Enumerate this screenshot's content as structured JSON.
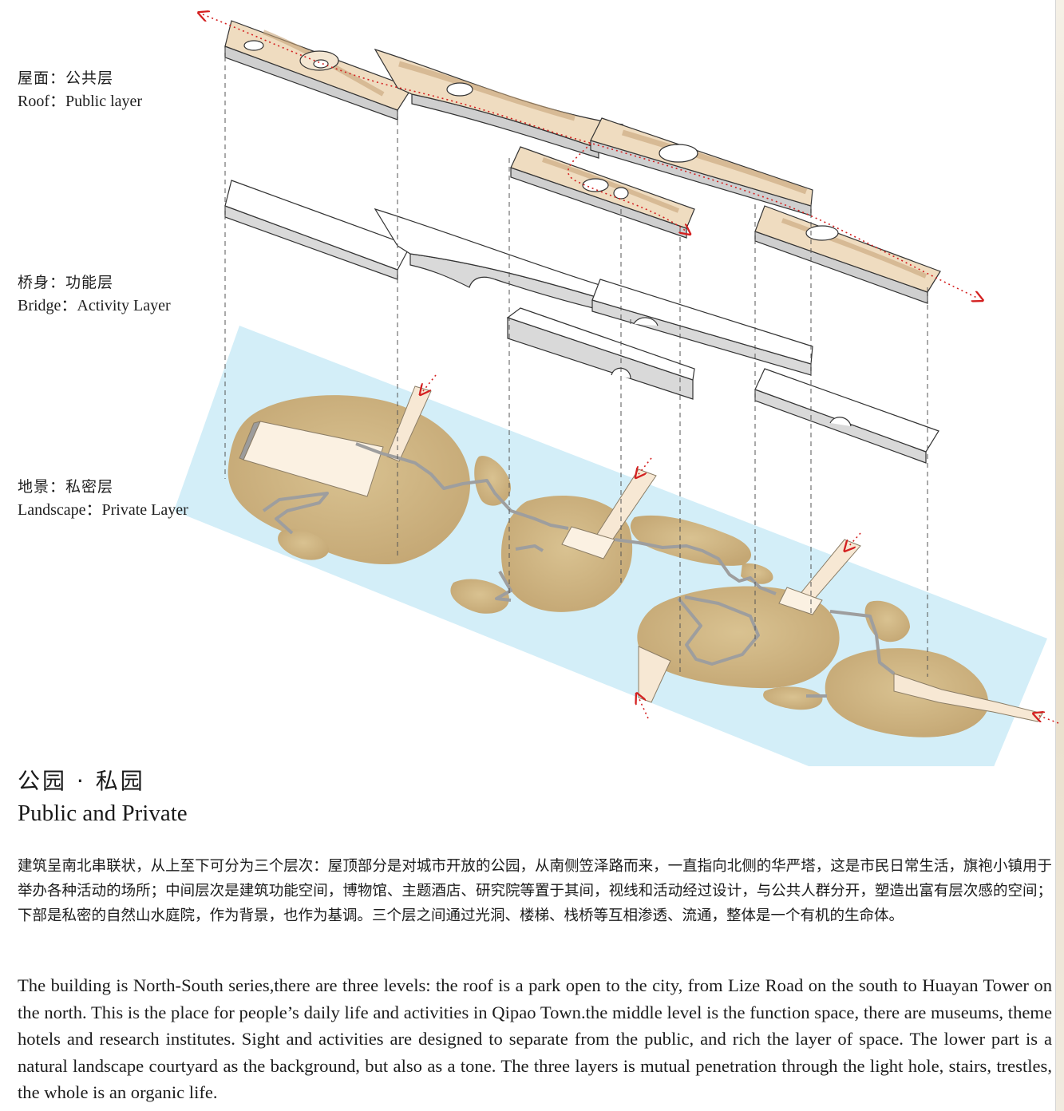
{
  "labels": {
    "roof": {
      "cn": "屋面：公共层",
      "en": "Roof：Public layer"
    },
    "bridge": {
      "cn": "桥身：功能层",
      "en": "Bridge：Activity Layer"
    },
    "landscape": {
      "cn": "地景：私密层",
      "en": "Landscape：Private Layer"
    }
  },
  "title": {
    "cn": "公园 · 私园",
    "en": "Public and Private"
  },
  "description": {
    "cn": "建筑呈南北串联状，从上至下可分为三个层次：屋顶部分是对城市开放的公园，从南侧笠泽路而来，一直指向北侧的华严塔，这是市民日常生活，旗袍小镇用于举办各种活动的场所；中间层次是建筑功能空间，博物馆、主题酒店、研究院等置于其间，视线和活动经过设计，与公共人群分开，塑造出富有层次感的空间；下部是私密的自然山水庭院，作为背景，也作为基调。三个层之间通过光洞、楼梯、栈桥等互相渗透、流通，整体是一个有机的生命体。",
    "en": "The building is North-South series,there are three levels: the roof is a park open to the city, from Lize Road on the south to Huayan Tower on the north. This is the place for people’s daily life and activities in Qipao Town.the middle level is the function space, there are museums, theme hotels and research institutes. Sight and activities are designed to separate from the public, and rich the layer of space. The lower part is a natural landscape courtyard as the background, but also as a tone. The three layers is mutual penetration through the light hole, stairs, trestles, the whole is an organic life."
  },
  "colors": {
    "water": "#d3eef8",
    "island": "#cbb17f",
    "roof_wood": "#efdcc0",
    "roof_wood_dark": "#d9bc93",
    "bridge_top": "#ffffff",
    "bridge_side": "#d9d9d9",
    "route_arrow": "#d42020"
  }
}
